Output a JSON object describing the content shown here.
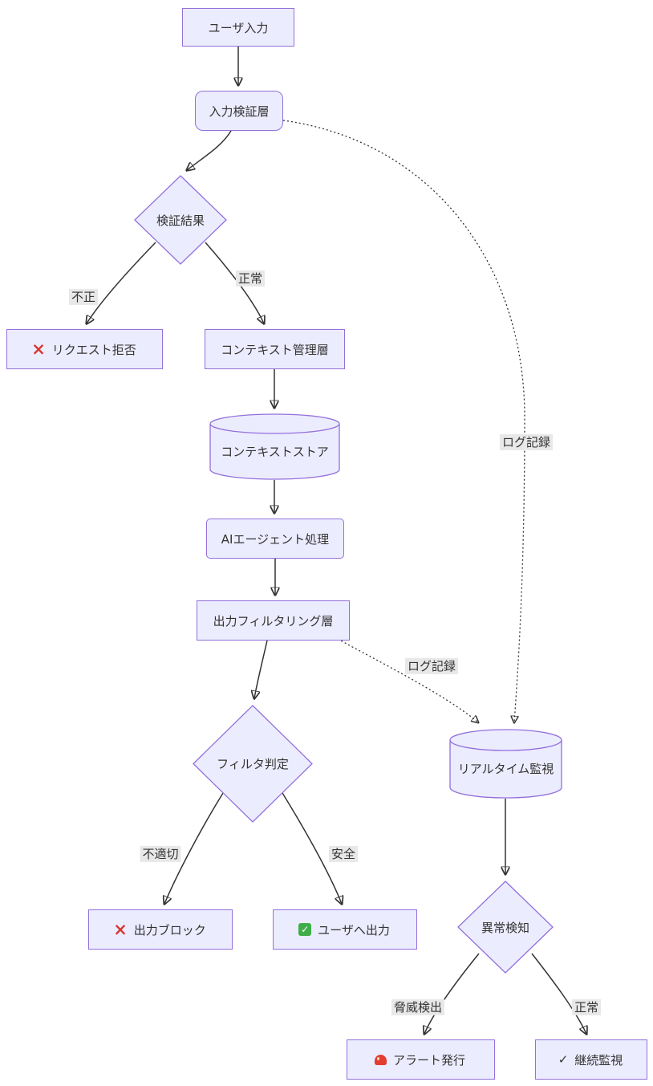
{
  "colors": {
    "node_fill": "#ECECFF",
    "node_border": "#9370DB",
    "edge_line": "#333333",
    "edge_label_bg": "#e8e8e8",
    "text": "#333333",
    "cross_red": "#d63a32",
    "check_green": "#3fae49",
    "siren_red": "#e23d2e"
  },
  "nodes": {
    "user_input": {
      "label": "ユーザ入力"
    },
    "input_validation": {
      "label": "入力検証層"
    },
    "validation_result": {
      "label": "検証結果"
    },
    "request_rejected": {
      "label": "リクエスト拒否",
      "icon": "cross-icon"
    },
    "context_management": {
      "label": "コンテキスト管理層"
    },
    "context_store": {
      "label": "コンテキストストア"
    },
    "ai_agent": {
      "label": "AIエージェント処理"
    },
    "output_filtering": {
      "label": "出力フィルタリング層"
    },
    "filter_decision": {
      "label": "フィルタ判定"
    },
    "output_blocked": {
      "label": "出力ブロック",
      "icon": "cross-icon"
    },
    "user_output": {
      "label": "ユーザへ出力",
      "icon": "check-icon"
    },
    "realtime_monitoring": {
      "label": "リアルタイム監視"
    },
    "anomaly_detection": {
      "label": "異常検知"
    },
    "alert_issued": {
      "label": "アラート発行",
      "icon": "siren-icon"
    },
    "continue_monitoring": {
      "label": "継続監視",
      "icon": "checkmark-icon"
    }
  },
  "edge_labels": {
    "invalid": "不正",
    "valid": "正常",
    "log_from_input": "ログ記録",
    "log_from_output": "ログ記録",
    "inappropriate": "不適切",
    "safe": "安全",
    "threat_detected": "脅威検出",
    "normal": "正常"
  },
  "glyphs": {
    "cross": "×",
    "check": "✓",
    "checkmark": "✓"
  }
}
